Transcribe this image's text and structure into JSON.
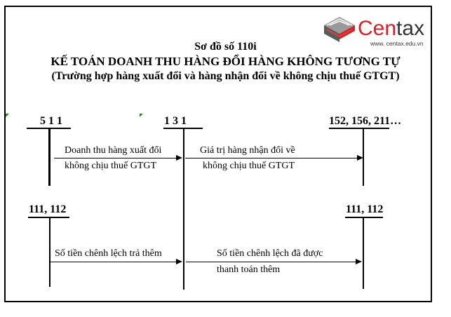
{
  "logo": {
    "brand_part1": "Cen",
    "brand_part2": "tax",
    "url": "www. centax.edu.vn",
    "colors": {
      "red": "#d42027",
      "dark": "#333333",
      "gray": "#8c8c8c"
    }
  },
  "header": {
    "diagram_number": "Sơ đồ số 110i",
    "title": "KẾ TOÁN DOANH THU HÀNG ĐỔI HÀNG KHÔNG TƯƠNG TỰ",
    "subtitle": "(Trường hợp hàng xuất đổi và hàng nhận đổi về không chịu thuế GTGT)"
  },
  "accounts": {
    "a511": "5 1 1",
    "a131": "1 3 1",
    "a152": "152, 156, 211…",
    "a111_left": "111, 112",
    "a111_right": "111, 112"
  },
  "entries": {
    "e1_line1": "Doanh thu hàng xuất đổi",
    "e1_line2": "không chịu thuế GTGT",
    "e2_line1": "Giá trị hàng nhận đổi về",
    "e2_line2": "không chịu thuế GTGT",
    "e3_line1": "Số tiền chênh lệch trả thêm",
    "e4_line1": "Số tiền chênh lệch đã được",
    "e4_line2": "thanh toán thêm"
  }
}
